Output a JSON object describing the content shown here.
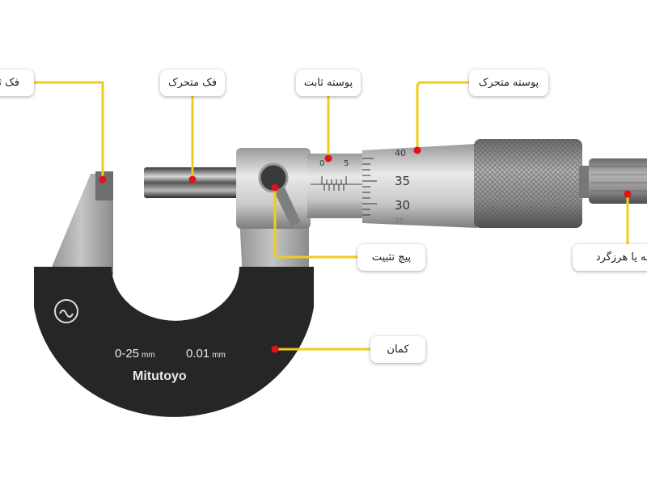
{
  "labels": {
    "fixed_jaw": "فک ثابت",
    "moving_jaw": "فک متحرک",
    "fixed_sleeve": "پوسته ثابت",
    "moving_thimble": "پوسته متحرک",
    "lock_screw": "پیچ تثبیت",
    "ratchet": "جغجغه یا هرزگرد",
    "frame": "کمان"
  },
  "instrument": {
    "range": "0-25",
    "range_unit": "mm",
    "resolution": "0.01",
    "resolution_unit": "mm",
    "brand": "Mitutoyo",
    "sleeve_scale": [
      "0",
      "5"
    ],
    "thimble_scale": [
      "40",
      "35",
      "30",
      "25"
    ]
  },
  "colors": {
    "leader": "#f2cc1b",
    "dot": "#e3111b",
    "frame_black": "#262626",
    "frame_gray": "#a9abab"
  }
}
